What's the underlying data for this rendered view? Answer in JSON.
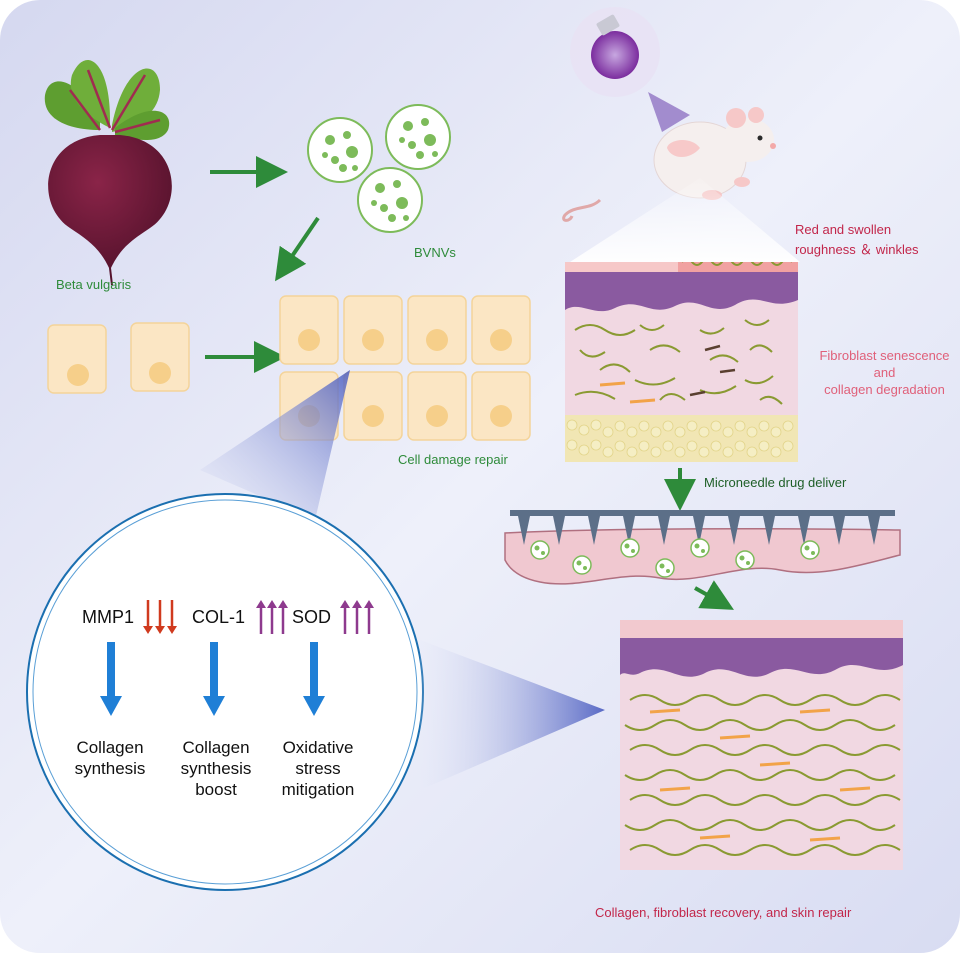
{
  "labels": {
    "source": "Beta vulgaris",
    "vesicles": "BVNVs",
    "cell_repair": "Cell damage repair",
    "skin_damage_line1": "Red and swollen",
    "skin_damage_line2": "roughness ＆ winkles",
    "fibro_line1": "Fibroblast senescence",
    "fibro_line2": "and",
    "fibro_line3": "collagen degradation",
    "microneedle": "Microneedle drug deliver",
    "outcome": "Collagen,  fibroblast recovery,  and skin repair"
  },
  "markers": [
    {
      "name": "MMP1",
      "direction": "down",
      "color": "#d03a1e"
    },
    {
      "name": "COL-1",
      "direction": "up",
      "color": "#8e3a8e"
    },
    {
      "name": "SOD",
      "direction": "up",
      "color": "#8e3a8e"
    }
  ],
  "outcomes": {
    "o1_line1": "Collagen",
    "o1_line2": "synthesis",
    "o2_line1": "Collagen",
    "o2_line2": "synthesis",
    "o2_line3": "boost",
    "o3_line1": "Oxidative",
    "o3_line2": "stress",
    "o3_line3": "mitigation"
  },
  "colors": {
    "arrow_green": "#2e8b3a",
    "arrow_blue": "#1f7fd6",
    "beet": "#6e1a3a",
    "leaf": "#6fae3a",
    "vesicle": "#7dbb5a",
    "cell": "#fbe6c4",
    "nucleus": "#f6cf8a",
    "dermis": "#f1d8e2",
    "epidermis": "#8a5aa0",
    "fat": "#f1e6b4",
    "fiber": "#8a9a32"
  }
}
